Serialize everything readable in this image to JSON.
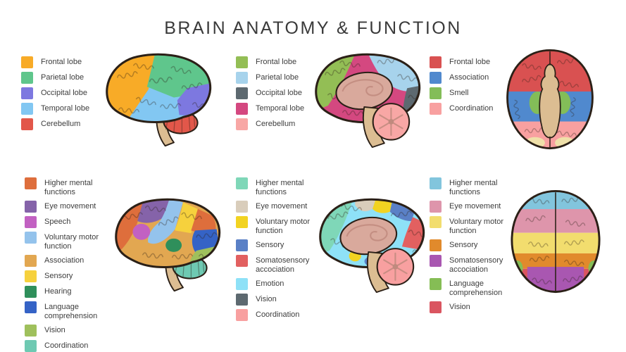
{
  "title": "BRAIN ANATOMY & FUNCTION",
  "art": {
    "outline": "#2B2017",
    "stem": "#DCBD92",
    "inner": "#D9A99C",
    "inner_detail": "#C08A7E",
    "cream": "#EFE0A9"
  },
  "panels": [
    {
      "name": "anatomy-lateral",
      "view": "side view",
      "legend": [
        {
          "label": "Frontal lobe",
          "color": "#F8AB27"
        },
        {
          "label": "Parietal lobe",
          "color": "#5FC68C"
        },
        {
          "label": "Occipital lobe",
          "color": "#7D78E0"
        },
        {
          "label": "Temporal lobe",
          "color": "#82C7F2"
        },
        {
          "label": "Cerebellum",
          "color": "#E2574A"
        }
      ]
    },
    {
      "name": "anatomy-sagittal",
      "view": "sagittal section",
      "legend": [
        {
          "label": "Frontal lobe",
          "color": "#93BE55"
        },
        {
          "label": "Parietal lobe",
          "color": "#A7D3EC"
        },
        {
          "label": "Occipital lobe",
          "color": "#5D6970"
        },
        {
          "label": "Temporal lobe",
          "color": "#D44880"
        },
        {
          "label": "Cerebellum",
          "color": "#F8A7A5"
        }
      ]
    },
    {
      "name": "anatomy-top",
      "view": "top view",
      "legend": [
        {
          "label": "Frontal lobe",
          "color": "#D95151"
        },
        {
          "label": "Association",
          "color": "#5089CE"
        },
        {
          "label": "Smell",
          "color": "#83BD58"
        },
        {
          "label": "Coordination",
          "color": "#F8A0A0"
        }
      ]
    },
    {
      "name": "function-lateral",
      "view": "side view",
      "legend": [
        {
          "label": "Higher mental functions",
          "color": "#DE6E3C"
        },
        {
          "label": "Eye movement",
          "color": "#8563A9"
        },
        {
          "label": "Speech",
          "color": "#C261C2"
        },
        {
          "label": "Voluntary motor\nfunction",
          "color": "#94C3EC"
        },
        {
          "label": "Association",
          "color": "#E2A751"
        },
        {
          "label": "Sensory",
          "color": "#F6D13D"
        },
        {
          "label": "Hearing",
          "color": "#2F8F5B"
        },
        {
          "label": "Language comprehension",
          "color": "#3563C6"
        },
        {
          "label": "Vision",
          "color": "#9FC05C"
        },
        {
          "label": "Coordination",
          "color": "#6EC9B2"
        }
      ]
    },
    {
      "name": "function-sagittal",
      "view": "sagittal section",
      "legend": [
        {
          "label": "Higher mental functions",
          "color": "#7FD7B8"
        },
        {
          "label": "Eye movement",
          "color": "#D9CDBB"
        },
        {
          "label": "Voluntary motor\nfunction",
          "color": "#F2D321"
        },
        {
          "label": "Sensory",
          "color": "#5A80C6"
        },
        {
          "label": "Somatosensory\naccociation",
          "color": "#E26060"
        },
        {
          "label": "Emotion",
          "color": "#8EE1F7"
        },
        {
          "label": "Vision",
          "color": "#5D6970"
        },
        {
          "label": "Coordination",
          "color": "#F8A0A0"
        }
      ]
    },
    {
      "name": "function-top",
      "view": "top view",
      "legend": [
        {
          "label": "Higher mental functions",
          "color": "#82C5DD"
        },
        {
          "label": "Eye movement",
          "color": "#DE95AB"
        },
        {
          "label": "Voluntary motor function",
          "color": "#F2DD6E"
        },
        {
          "label": "Sensory",
          "color": "#E18A2C"
        },
        {
          "label": "Somatosensory\naccociation",
          "color": "#A957B1"
        },
        {
          "label": "Language\ncomprehension",
          "color": "#85BD55"
        },
        {
          "label": "Vision",
          "color": "#DA5560"
        }
      ]
    }
  ]
}
